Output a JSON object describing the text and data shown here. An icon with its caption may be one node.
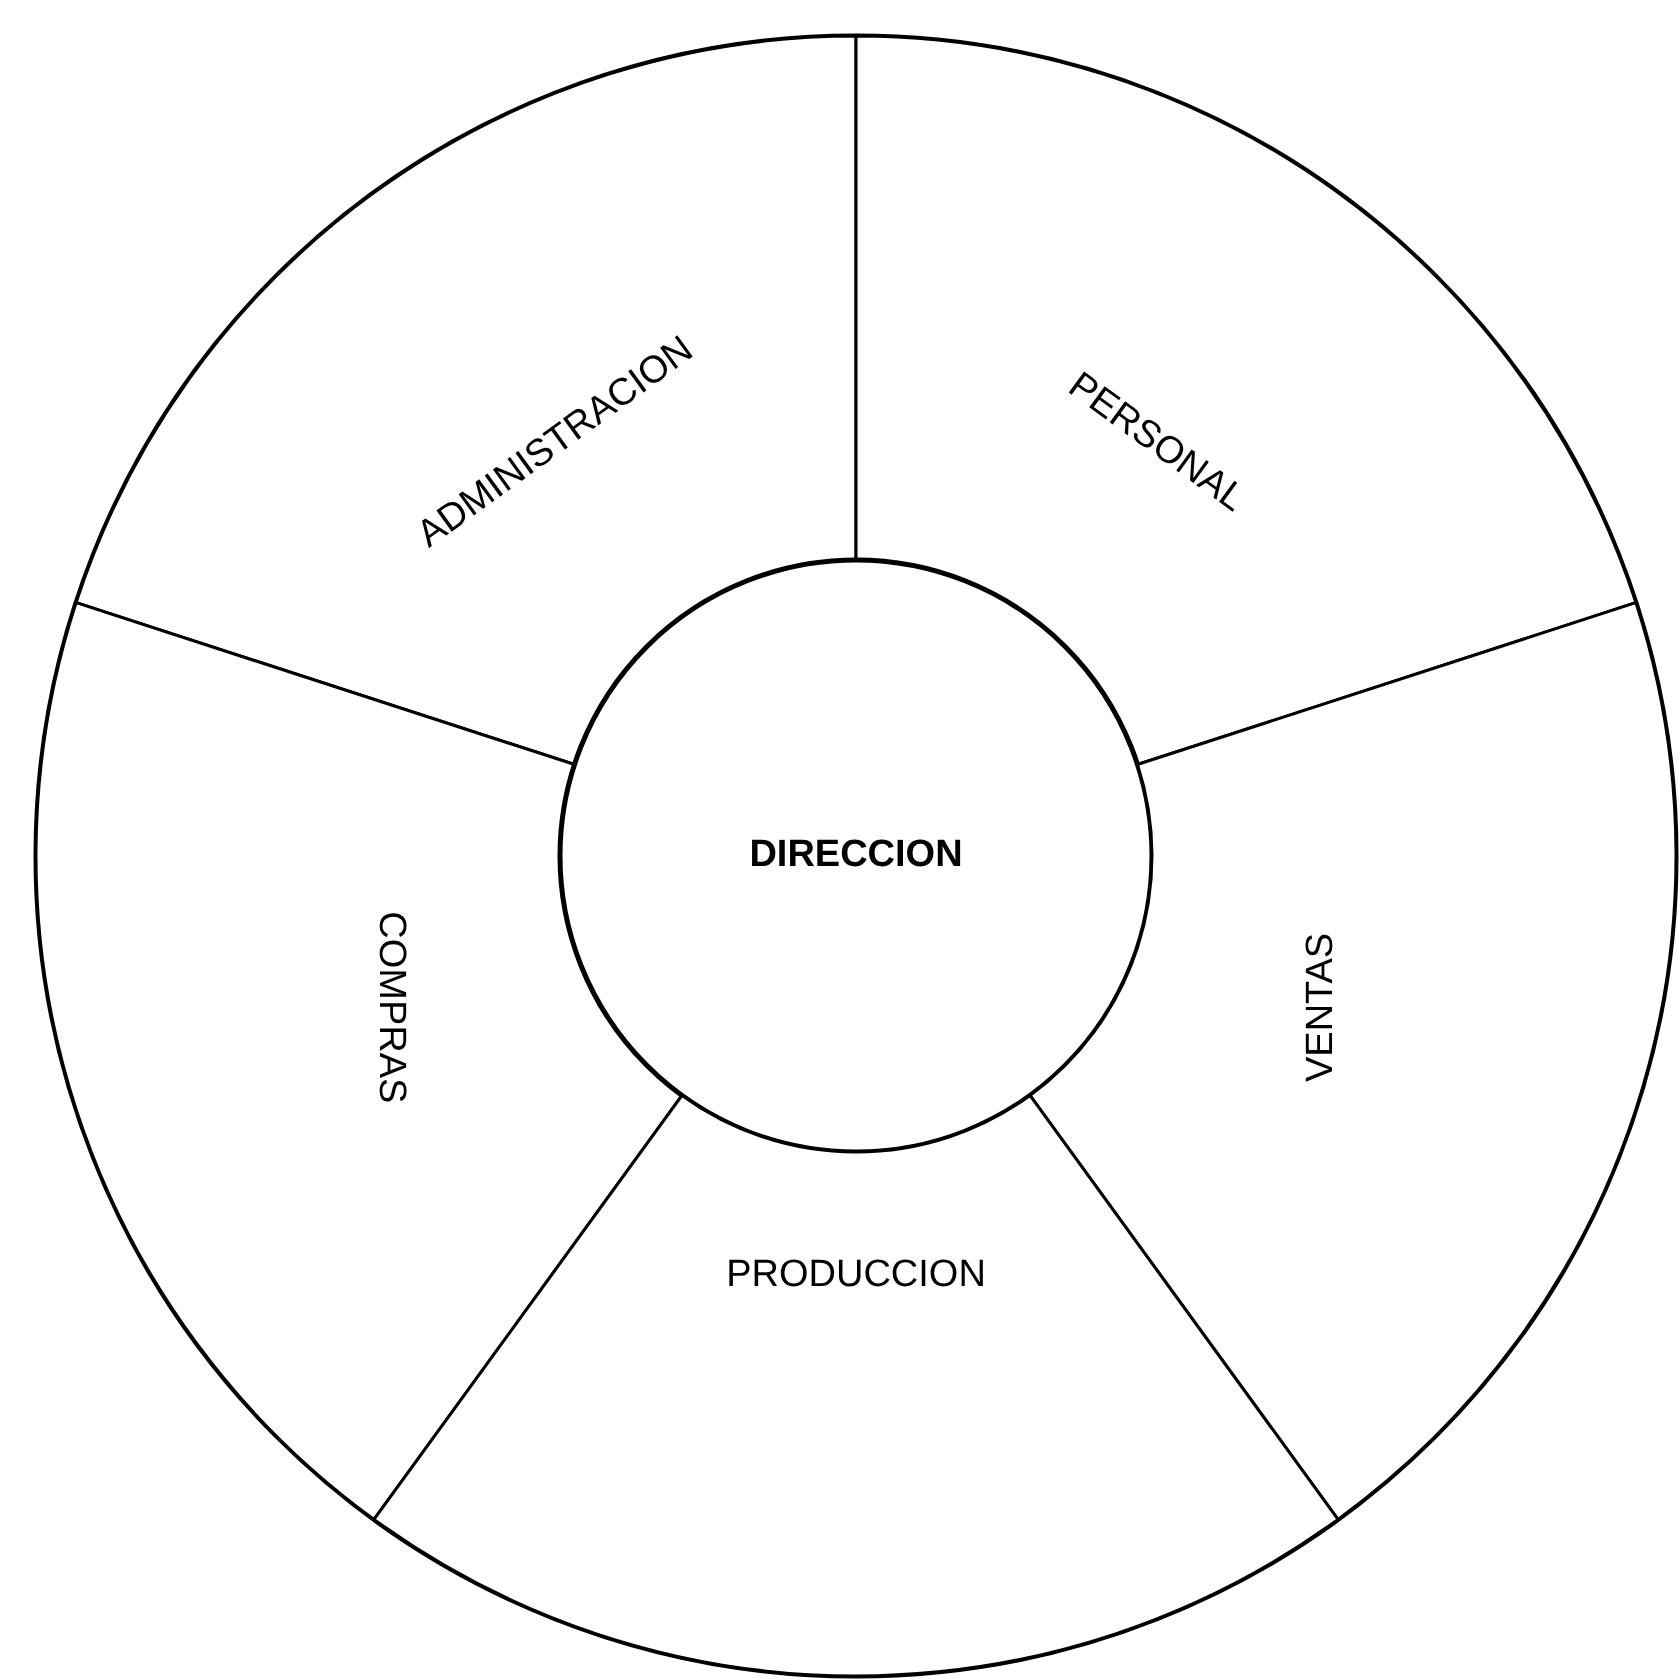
{
  "diagram": {
    "nodes": [
      {
        "text": [
          "ADMINISTRACION"
        ]
      },
      {
        "text": [
          "PERSONAL"
        ]
      },
      {
        "text": [
          "COMPRAS"
        ]
      },
      {
        "text": [
          "DIRECCION"
        ]
      },
      {
        "text": [
          "VENTAS"
        ]
      },
      {
        "text": [
          "PRODUCCION"
        ]
      }
    ],
    "edges": []
  }
}
